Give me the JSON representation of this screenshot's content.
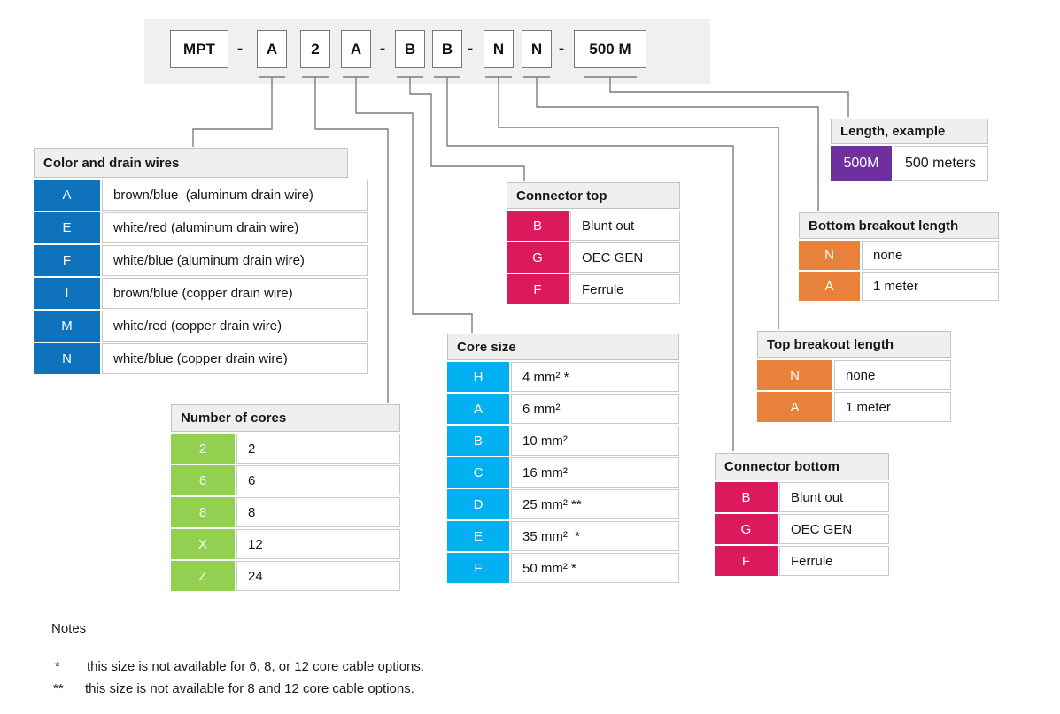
{
  "part_number": {
    "segments": [
      {
        "text": "MPT",
        "type": "box"
      },
      {
        "text": "-",
        "type": "dash"
      },
      {
        "text": "A",
        "type": "box"
      },
      {
        "text": "2",
        "type": "box"
      },
      {
        "text": "A",
        "type": "box"
      },
      {
        "text": "-",
        "type": "dash"
      },
      {
        "text": "B",
        "type": "box"
      },
      {
        "text": "B",
        "type": "box"
      },
      {
        "text": "-",
        "type": "dash"
      },
      {
        "text": "N",
        "type": "box"
      },
      {
        "text": "N",
        "type": "box"
      },
      {
        "text": "-",
        "type": "dash"
      },
      {
        "text": "500 M",
        "type": "box"
      }
    ]
  },
  "tables": {
    "color_drain": {
      "title": "Color and drain wires",
      "accent": "#0e72bd",
      "rows": [
        {
          "code": "A",
          "value": "brown/blue  (aluminum drain wire)"
        },
        {
          "code": "E",
          "value": "white/red (aluminum drain wire)"
        },
        {
          "code": "F",
          "value": "white/blue (aluminum drain wire)"
        },
        {
          "code": "I",
          "value": "brown/blue (copper drain wire)"
        },
        {
          "code": "M",
          "value": "white/red (copper drain wire)"
        },
        {
          "code": "N",
          "value": "white/blue (copper drain wire)"
        }
      ]
    },
    "cores": {
      "title": "Number of cores",
      "accent": "#92d050",
      "rows": [
        {
          "code": "2",
          "value": "2"
        },
        {
          "code": "6",
          "value": "6"
        },
        {
          "code": "8",
          "value": "8"
        },
        {
          "code": "X",
          "value": "12"
        },
        {
          "code": "Z",
          "value": "24"
        }
      ]
    },
    "core_size": {
      "title": "Core size",
      "accent": "#00b0f0",
      "rows": [
        {
          "code": "H",
          "value": "4 mm² *"
        },
        {
          "code": "A",
          "value": "6 mm²"
        },
        {
          "code": "B",
          "value": "10 mm²"
        },
        {
          "code": "C",
          "value": "16 mm²"
        },
        {
          "code": "D",
          "value": "25 mm² **"
        },
        {
          "code": "E",
          "value": "35 mm²  *"
        },
        {
          "code": "F",
          "value": "50 mm² *"
        }
      ]
    },
    "connector_top": {
      "title": "Connector top",
      "accent": "#dc195d",
      "rows": [
        {
          "code": "B",
          "value": "Blunt out"
        },
        {
          "code": "G",
          "value": "OEC GEN"
        },
        {
          "code": "F",
          "value": "Ferrule"
        }
      ]
    },
    "connector_bottom": {
      "title": "Connector bottom",
      "accent": "#dc195d",
      "rows": [
        {
          "code": "B",
          "value": "Blunt out"
        },
        {
          "code": "G",
          "value": "OEC GEN"
        },
        {
          "code": "F",
          "value": "Ferrule"
        }
      ]
    },
    "top_breakout": {
      "title": "Top breakout length",
      "accent": "#e8823a",
      "rows": [
        {
          "code": "N",
          "value": "none"
        },
        {
          "code": "A",
          "value": "1 meter"
        }
      ]
    },
    "bottom_breakout": {
      "title": "Bottom breakout length",
      "accent": "#e8823a",
      "rows": [
        {
          "code": "N",
          "value": "none"
        },
        {
          "code": "A",
          "value": "1 meter"
        }
      ]
    },
    "length_example": {
      "title": "Length, example",
      "accent": "#6f2f9d",
      "rows": [
        {
          "code": "500M",
          "value": "500 meters"
        }
      ]
    }
  },
  "notes": {
    "heading": "Notes",
    "items": [
      {
        "marker": "*",
        "text": "this size is not available for 6, 8, or 12 core cable options."
      },
      {
        "marker": "**",
        "text": "this size is not available for 8 and 12 core cable options."
      }
    ]
  }
}
